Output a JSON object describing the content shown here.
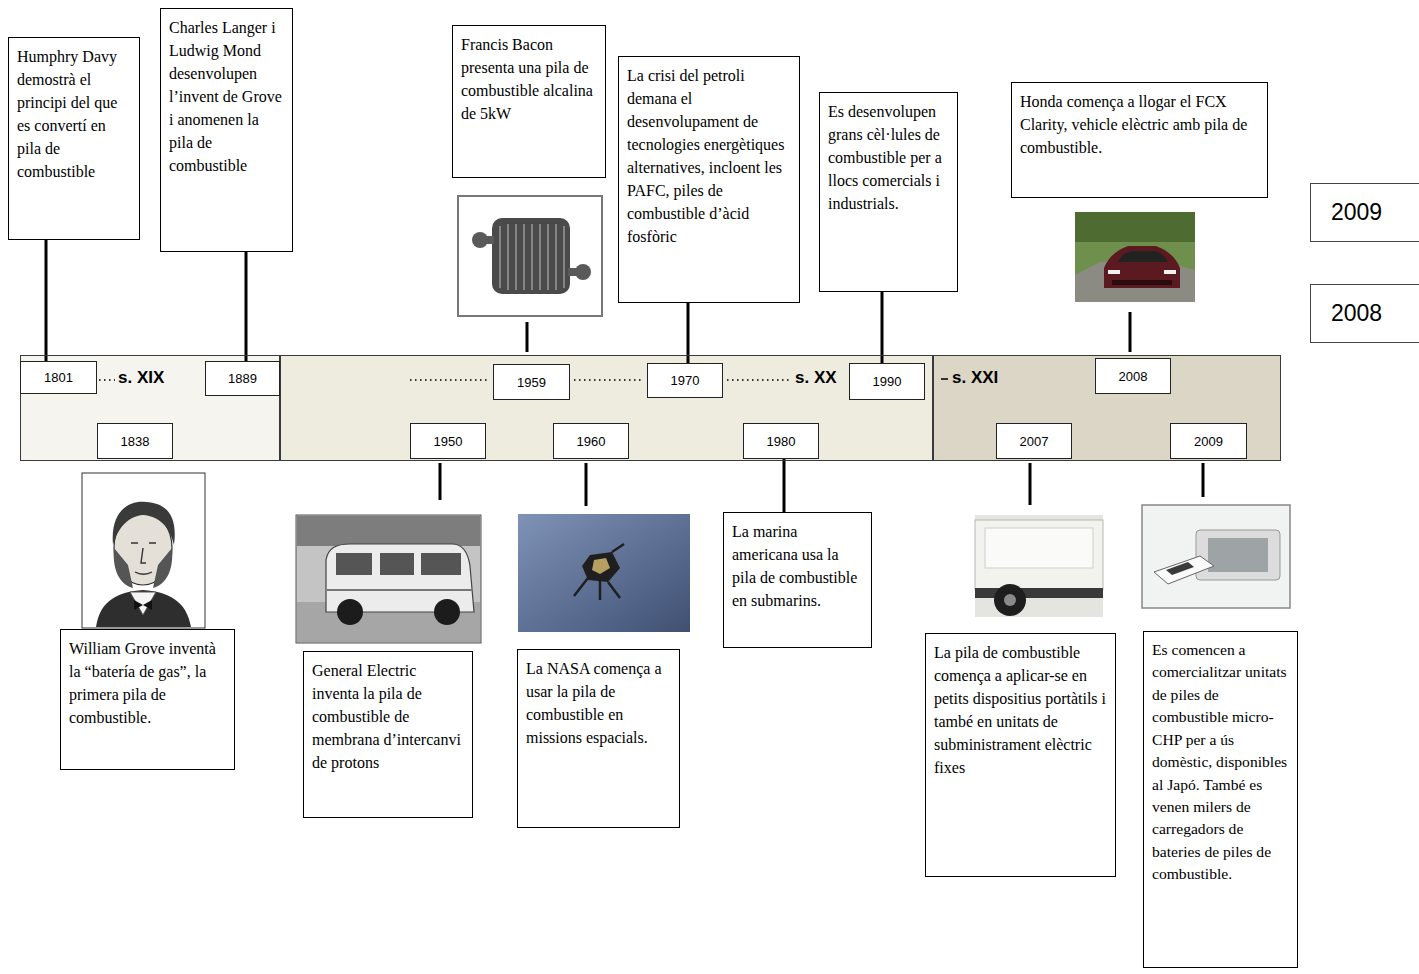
{
  "diagram": {
    "nodes": [
      {
        "text": [
          "Humphry Davy demostrà el principi del que es convertí en pila de combustible"
        ]
      },
      {
        "text": [
          "Charles Langer i Ludwig Mond desenvolupen l’invent de Grove i anomenen la pila de combustible"
        ]
      },
      {
        "text": [
          "Francis Bacon presenta una pila de combustible alcalina de 5kW"
        ]
      },
      {
        "text": [
          "La crisi del petroli demana el desenvolupament de tecnologies energètiques alternatives, incloent les PAFC, piles de combustible d’àcid fosfòric"
        ]
      },
      {
        "text": [
          "Es desenvolupen grans cèl·lules de combustible per a llocs comercials i industrials."
        ]
      },
      {
        "text": [
          "Honda comença a llogar el FCX Clarity, vehicle elèctric amb pila de combustible."
        ]
      },
      {
        "text": [
          "2009"
        ]
      },
      {
        "text": [
          "2008"
        ]
      },
      {
        "text": [
          "s. XIX"
        ]
      },
      {
        "text": [
          "1801"
        ],
        "in": 8
      },
      {
        "text": [
          "1838"
        ],
        "in": 8
      },
      {
        "text": [
          "1889"
        ],
        "in": 8
      },
      {
        "text": [
          "s. XX"
        ]
      },
      {
        "text": [
          "1950"
        ],
        "in": 12
      },
      {
        "text": [
          "1959"
        ],
        "in": 12
      },
      {
        "text": [
          "1960"
        ],
        "in": 12
      },
      {
        "text": [
          "1970"
        ],
        "in": 12
      },
      {
        "text": [
          "1980"
        ],
        "in": 12
      },
      {
        "text": [
          "1990"
        ],
        "in": 12
      },
      {
        "text": [
          "s. XXI"
        ]
      },
      {
        "text": [
          "2007"
        ],
        "in": 19
      },
      {
        "text": [
          "2008"
        ],
        "in": 19
      },
      {
        "text": [
          "2009"
        ],
        "in": 19
      },
      {
        "text": [
          "William Grove inventà la “batería de gas”, la primera pila de combustible."
        ]
      },
      {
        "text": [
          "General Electric inventa la pila de combustible de membrana d’intercanvi de protons"
        ]
      },
      {
        "text": [
          "La NASA comença a usar la pila de combustible en missions espacials."
        ]
      },
      {
        "text": [
          "La marina americana usa la pila de combustible en submarins."
        ]
      },
      {
        "text": [
          "La pila de combustible comença a aplicar-se en petits dispositius portàtils i també en unitats de subministrament elèctric fixes"
        ]
      },
      {
        "text": [
          "Es comencen a comercialitzar unitats de piles de combustible micro-CHP per a ús domèstic, disponibles al Japó. També es venen milers de carregadors de bateries de piles de combustible."
        ]
      }
    ],
    "edges": [
      {
        "from": 9,
        "to": 0,
        "arrow": "none"
      },
      {
        "from": 11,
        "to": 1,
        "arrow": "none"
      },
      {
        "from": 16,
        "to": 3,
        "arrow": "none"
      },
      {
        "from": 18,
        "to": 4,
        "arrow": "none"
      },
      {
        "from": 17,
        "to": 26,
        "arrow": "none"
      }
    ]
  }
}
